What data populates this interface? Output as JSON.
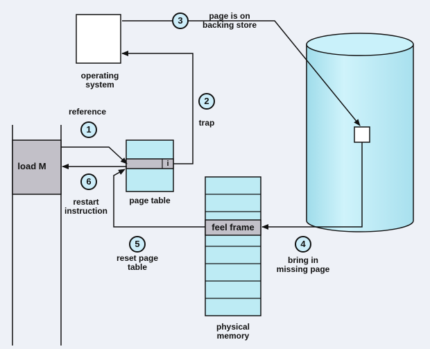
{
  "labels": {
    "operating_system": [
      "operating",
      "system"
    ],
    "reference": "reference",
    "trap": "trap",
    "page_on_backing_store": [
      "page is on",
      "backing store"
    ],
    "load_m": "load M",
    "restart_instruction": [
      "restart",
      "instruction"
    ],
    "page_table": "page table",
    "reset_page_table": [
      "reset page",
      "table"
    ],
    "free_frame": "feel frame",
    "bring_in_missing_page": [
      "bring in",
      "missing page"
    ],
    "physical_memory": [
      "physical",
      "memory"
    ],
    "page_table_bit": "i"
  },
  "steps": [
    "1",
    "2",
    "3",
    "4",
    "5",
    "6"
  ],
  "colors": {
    "background": "#eef1f7",
    "cyan_fill": "#bdebf4",
    "gray_fill": "#c2c0c8",
    "step_circle": "#cdeefa",
    "stroke": "#111111"
  }
}
